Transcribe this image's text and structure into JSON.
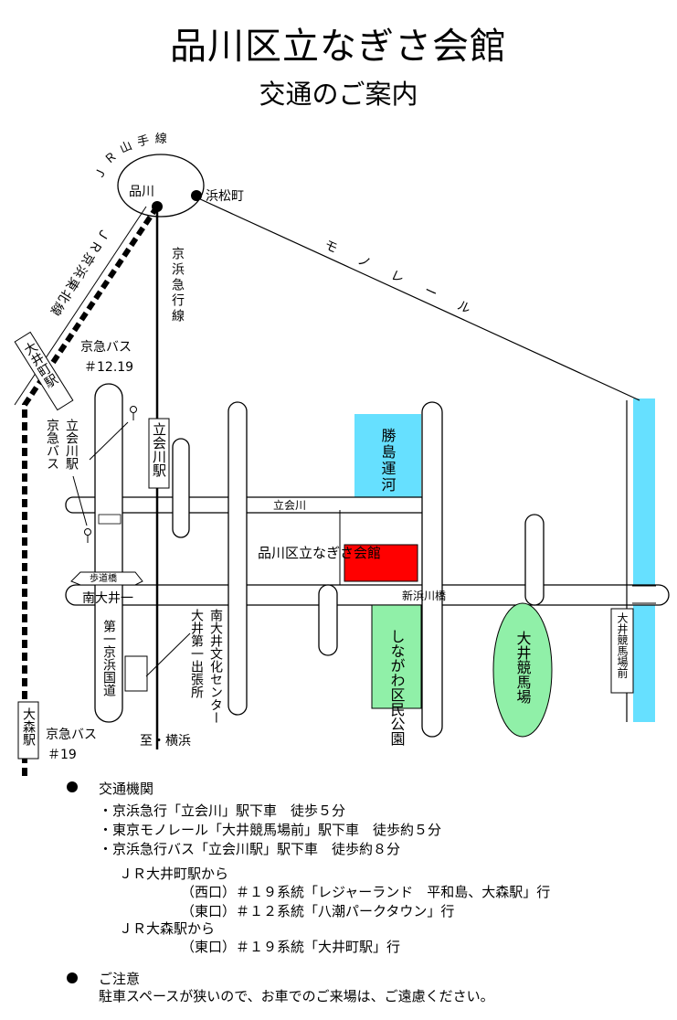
{
  "title": "品川区立なぎさ会館",
  "subtitle": "交通のご案内",
  "map": {
    "yamanote": "ＪＲ山手線",
    "station_shinagawa": "品川",
    "station_hamamatsucho": "浜松町",
    "keihin_tohoku": "ＪＲ京浜東北線",
    "keikyu_line": "京浜急行線",
    "monorail": "モノレール",
    "oimachi_station": "大井町駅",
    "keikyu_bus_1": "京急バス",
    "keikyu_bus_1_no": "＃12.19",
    "tachiaigawa_station_bus_col1": "立会川駅",
    "tachiaigawa_station_bus_col2": "京急バス",
    "tachiaigawa_station": "立会川駅",
    "katsushima_canal": "勝島運河",
    "tachiaigawa_river": "立会川",
    "nagisa_hall": "品川区立なぎさ会館",
    "hodokyo": "歩道橋",
    "minami_oi_1": "南大井一",
    "shinhamakawa_bridge": "新浜川橋",
    "minami_oi_center": "南大井文化センター",
    "oi_branch": "大井第一出張所",
    "daiichi_keihin": "第一京浜国道",
    "park": "しながわ区民公園",
    "race_course": "大井競馬場",
    "race_course_station": "大井競馬場前",
    "omori_station": "大森駅",
    "keikyu_bus_2": "京急バス",
    "keikyu_bus_2_no": "＃19",
    "to_yokohama": "至・横浜",
    "colors": {
      "water": "#66e0ff",
      "hall": "#ff0000",
      "park": "#90f0a8"
    }
  },
  "info": {
    "transport_heading": "交通機関",
    "line1": "・京浜急行「立会川」駅下車　徒歩５分",
    "line2": "・東京モノレール「大井競馬場前」駅下車　徒歩約５分",
    "line3": "・京浜急行バス「立会川駅」駅下車　徒歩約８分",
    "oimachi_from": "ＪＲ大井町駅から",
    "oimachi_west": "（西口）＃１９系統「レジャーランド　平和島、大森駅」行",
    "oimachi_east": "（東口）＃１２系統「八潮パークタウン」行",
    "omori_from": "ＪＲ大森駅から",
    "omori_east": "（東口）＃１９系統「大井町駅」行",
    "notice_heading": "ご注意",
    "notice_text": "駐車スペースが狭いので、お車でのご来場は、ご遠慮ください。"
  }
}
